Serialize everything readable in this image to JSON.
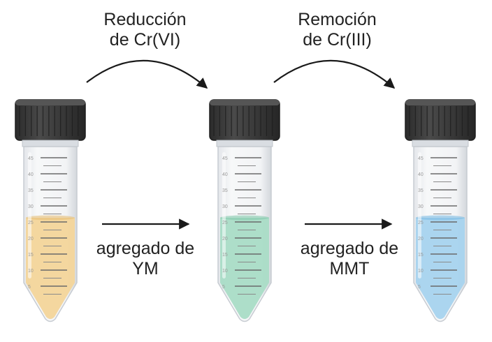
{
  "steps": {
    "reduction": {
      "line1": "Reducción",
      "line2": "de Cr(VI)"
    },
    "removal": {
      "line1": "Remoción",
      "line2": "de Cr(III)"
    },
    "add_ym": {
      "line1": "agregado de",
      "line2": "YM"
    },
    "add_mmt": {
      "line1": "agregado de",
      "line2": "MMT"
    }
  },
  "tubes": [
    {
      "liquid_color": "#f3d59a",
      "liquid_edge": "#e6c07a"
    },
    {
      "liquid_color": "#a9dcc6",
      "liquid_edge": "#86c9ad"
    },
    {
      "liquid_color": "#a6d3ee",
      "liquid_edge": "#7fbde3"
    }
  ],
  "graduations": [
    "45",
    "40",
    "35",
    "30",
    "25",
    "20",
    "15",
    "10",
    "5"
  ],
  "colors": {
    "cap": "#3a3a3a",
    "arrow": "#1a1a1a"
  }
}
